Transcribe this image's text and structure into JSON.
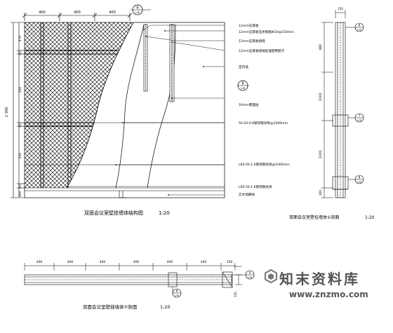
{
  "main_view": {
    "title": "双面会议室壁挂墙体结构图",
    "scale": "1:20",
    "top_dims": [
      "400",
      "400",
      "400"
    ],
    "left_dims": [
      "470",
      "20",
      "520",
      "20",
      "520",
      "20",
      "100"
    ],
    "left_total": "2 300",
    "tag_top": {
      "num": "6",
      "sheet": "J-48"
    },
    "tag_mid": {
      "num": "8",
      "sheet": "J-48"
    },
    "callouts": [
      "12mm石膏板",
      "12mm石膏板压条钢筋Φ10@150mm",
      "12mm石膏板接缝",
      "12mm石膏板接缝处理使用腻子",
      "室内墙",
      "16mm厚面层",
      "50·20·0.6镀锌钢龙骨@1000mm",
      "L60·50·1.6镀锌钢龙骨@1000mm",
      "L60·50·1.6镀锌钢龙骨",
      "实木地脚线"
    ]
  },
  "section_a": {
    "title": "双面会议室壁挂墙体①剖面",
    "scale": "1:20",
    "top_dim": "150",
    "left_dims": [
      "880",
      "1000",
      "1000",
      "100"
    ],
    "tag_top": {
      "num": "6",
      "sheet": "J-48"
    },
    "tag_mid": {
      "num": "7",
      "sheet": "J-48"
    },
    "tag_bot": {
      "num": "8",
      "sheet": "J-48"
    }
  },
  "section_b": {
    "title": "双面会议室壁挂墙体②剖面",
    "scale": "1:20",
    "top_dims": [
      "400",
      "400",
      "400",
      "400",
      "400",
      "400",
      "150"
    ],
    "right_dim": "150",
    "tag_right": {
      "num": "5",
      "sheet": "J-48"
    },
    "tag_mid": {
      "num": "6",
      "sheet": "J-48"
    }
  },
  "watermark": {
    "text": "知末资料库",
    "url": "www.znzmo.com"
  }
}
